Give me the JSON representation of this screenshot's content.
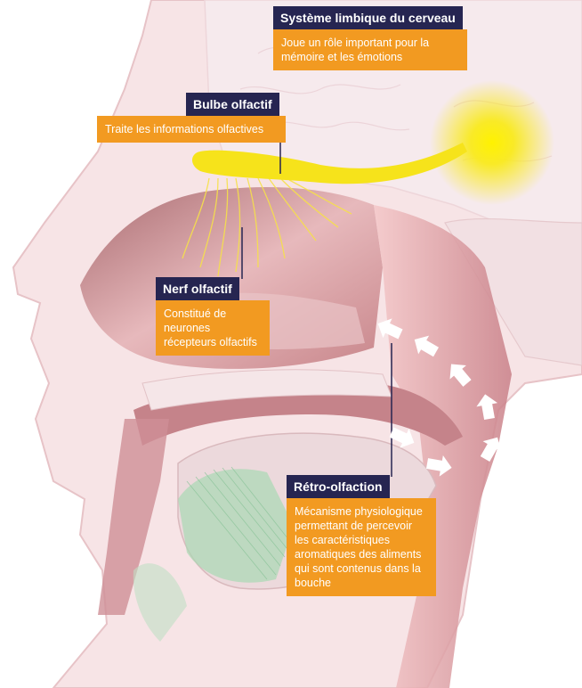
{
  "labels": {
    "limbic": {
      "title": "Système limbique du cerveau",
      "text_lines": [
        "Joue un rôle important pour la",
        "mémoire et les émotions"
      ]
    },
    "bulbe": {
      "title": "Bulbe olfactif",
      "text_lines": [
        "Traite les informations olfactives"
      ]
    },
    "nerf": {
      "title": "Nerf olfactif",
      "text_lines": [
        "Constitué de neurones",
        "récepteurs olfactifs"
      ]
    },
    "retro": {
      "title": "Rétro-olfaction",
      "text_lines": [
        "Mécanisme physiologique",
        "permettant de percevoir",
        "les caractéristiques",
        "aromatiques des aliments",
        "qui sont contenus dans la",
        "bouche"
      ]
    }
  },
  "colors": {
    "title_bg": "#262551",
    "box_bg": "#f29a21",
    "brain": "#f6e9ec",
    "head": "#f3dde0",
    "nasal_cavity": "#c98a8e",
    "olfactory_yellow": "#f7e21a",
    "airflow_arrows": "#ffffff",
    "tongue_green": "#a8d5b0"
  }
}
